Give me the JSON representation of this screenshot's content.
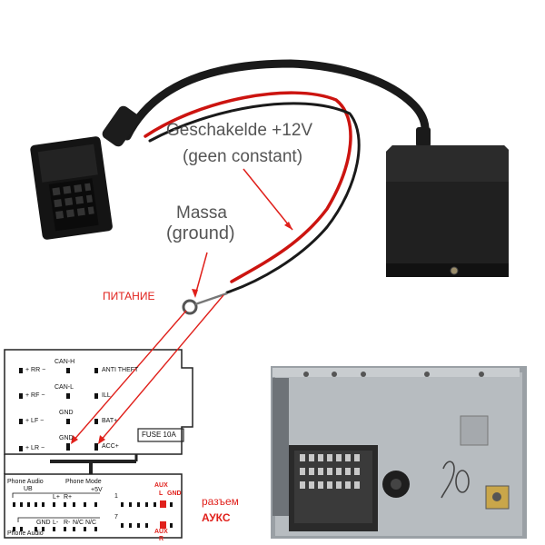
{
  "photo_labels": {
    "switched": "Geschakelde +12V",
    "not_constant": "(geen constant)",
    "ground_nl": "Massa",
    "ground_en": "(ground)"
  },
  "callouts": {
    "power": "ПИТАНИЕ",
    "aux_connector_1": "разъем",
    "aux_connector_2": "АУКС"
  },
  "connector_labels": {
    "rr": "RR",
    "rf": "RF",
    "lf": "LF",
    "lr": "LR",
    "can_h": "CAN-H",
    "can_l": "CAN-L",
    "gnd_top": "GND",
    "gnd_mid": "GND",
    "anti_theft": "ANTI THEFT",
    "ill": "ILL",
    "bat": "BAT+",
    "acc": "ACC+",
    "fuse": "FUSE 10A",
    "phone_audio_top": "Phone Audio",
    "phone_mode": "Phone Mode",
    "ub": "UB",
    "lplus": "L+",
    "rplus": "R+",
    "plus5v": "+5V",
    "n1": "1",
    "n7": "7",
    "aux_top": "AUX",
    "l": "L",
    "gnd_aux": "GND",
    "gnd_l": "GND",
    "l_minus": "L-",
    "r_minus": "R-",
    "nc1": "N/C",
    "nc2": "N/C",
    "phone_audio_bot": "Phone Audio",
    "aux_bot": "AUX",
    "r": "R"
  },
  "colors": {
    "red": "#e0201b",
    "cable": "#1a1a1a",
    "module": "#222222",
    "metal": "#a9adb1"
  }
}
